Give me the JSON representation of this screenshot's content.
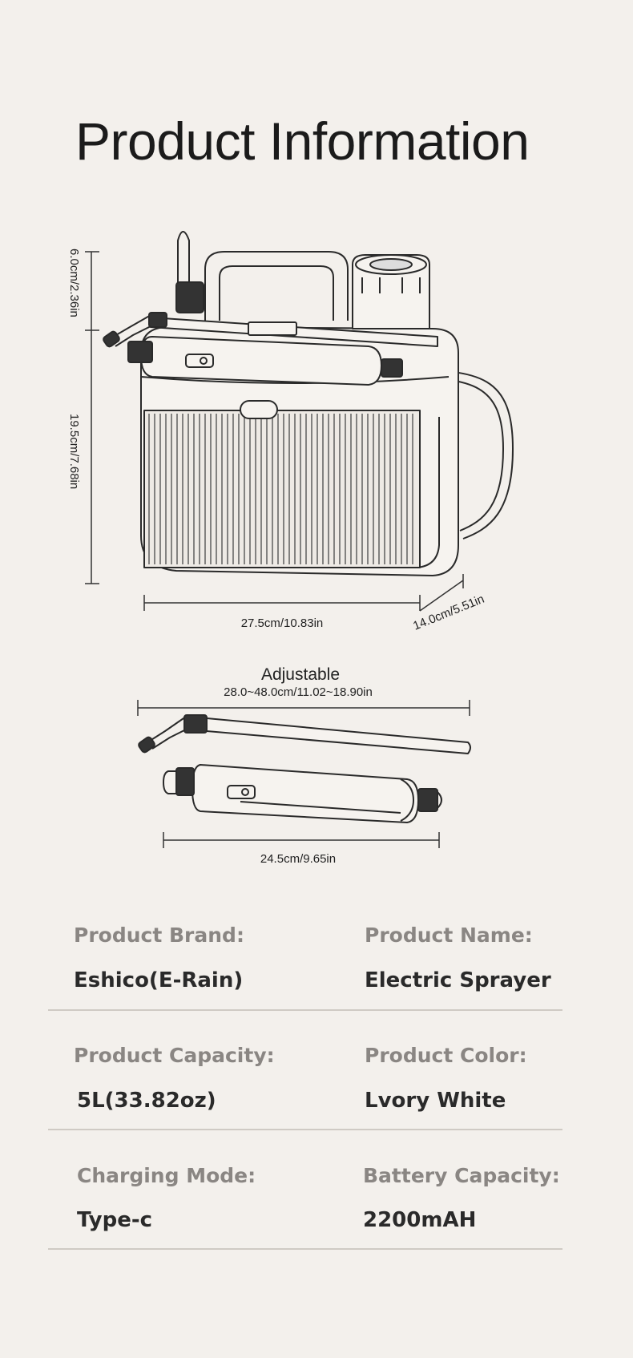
{
  "title": "Product Information",
  "dimensions": {
    "top_height": "6.0cm/2.36in",
    "body_height": "19.5cm/7.68in",
    "width": "27.5cm/10.83in",
    "depth": "14.0cm/5.51in",
    "adjustable_label": "Adjustable",
    "adjustable_range": "28.0~48.0cm/11.02~18.90in",
    "wand_length": "24.5cm/9.65in"
  },
  "specs": [
    {
      "label": "Product Brand:",
      "value": "Eshico(E-Rain)"
    },
    {
      "label": "Product Name:",
      "value": "Electric Sprayer"
    },
    {
      "label": "Product Capacity:",
      "value": "5L(33.82oz)"
    },
    {
      "label": "Product Color:",
      "value": "Lvory White"
    },
    {
      "label": "Charging Mode:",
      "value": "Type-c"
    },
    {
      "label": "Battery Capacity:",
      "value": "2200mAH"
    }
  ]
}
